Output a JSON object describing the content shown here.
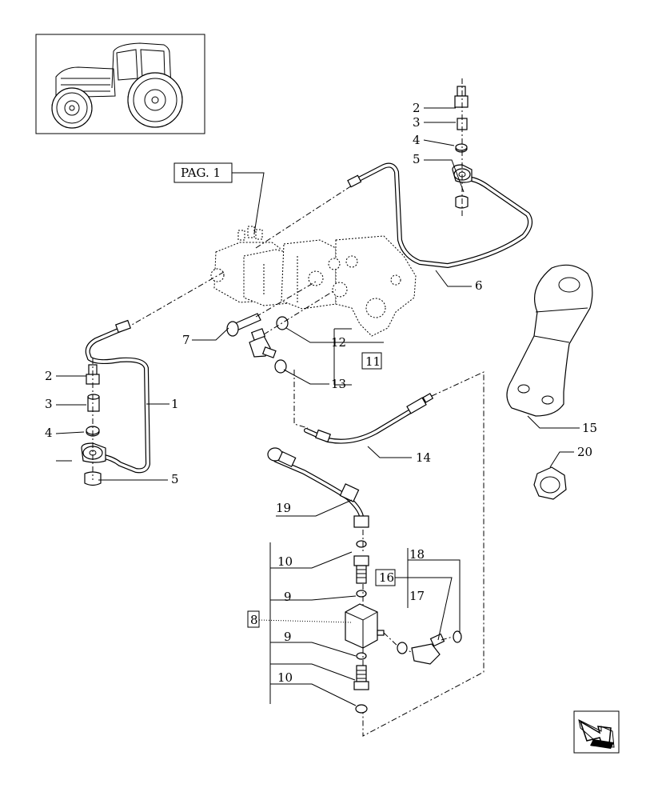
{
  "page_ref": "PAG. 1",
  "labels": {
    "l1": "1",
    "l2a": "2",
    "l3a": "3",
    "l4a": "4",
    "l5a": "5",
    "l2b": "2",
    "l3b": "3",
    "l4b": "4",
    "l5b": "5",
    "l6": "6",
    "l7": "7",
    "l8": "8",
    "l9a": "9",
    "l9b": "9",
    "l10a": "10",
    "l10b": "10",
    "l11": "11",
    "l12": "12",
    "l13": "13",
    "l14": "14",
    "l15": "15",
    "l16": "16",
    "l17": "17",
    "l18": "18",
    "l19": "19",
    "l20": "20"
  },
  "icons": {
    "thumbnail": "tractor-thumbnail-icon",
    "navigation": "next-page-arrow-icon"
  }
}
